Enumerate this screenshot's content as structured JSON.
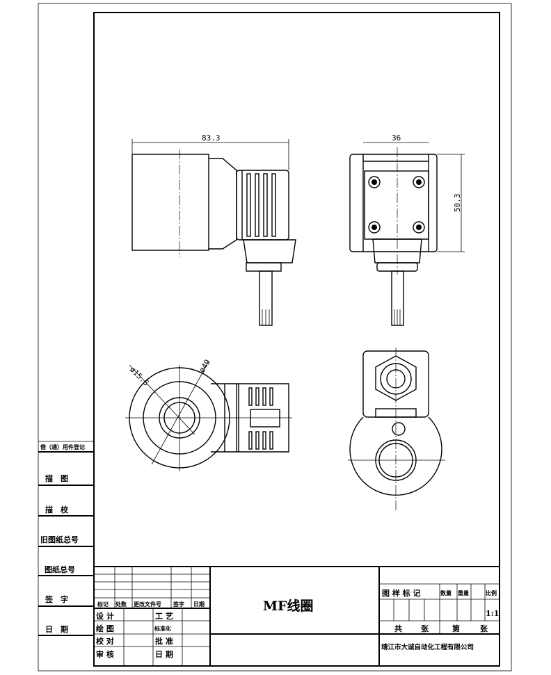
{
  "drawing": {
    "title": "MF线圈",
    "company": "靖江市大诚自动化工程有限公司",
    "scale": "1:1",
    "dimensions": {
      "length": "83.3",
      "width": "36",
      "height": "50.3",
      "inner_diameter": "ø15.6",
      "outer_diameter": "ø49"
    }
  },
  "left_strip": [
    "借（通）用件登记",
    "描　图",
    "描　校",
    "旧图纸总号",
    "图纸总号",
    "签　字",
    "日　期"
  ],
  "revision_header": [
    "标记",
    "处数",
    "更改文件号",
    "签字",
    "日期"
  ],
  "approval": {
    "design": "设 计",
    "draw": "绘 图",
    "check": "校 对",
    "review": "审 核",
    "process": "工 艺",
    "standard": "标准化",
    "approve": "批 准",
    "date": "日 期"
  },
  "right_block": {
    "pattern_mark": "图 样 标 记",
    "quantity": "数量",
    "weight": "重量",
    "ratio": "比例",
    "total": "共",
    "sheets1": "张",
    "nth": "第",
    "sheets2": "张"
  }
}
